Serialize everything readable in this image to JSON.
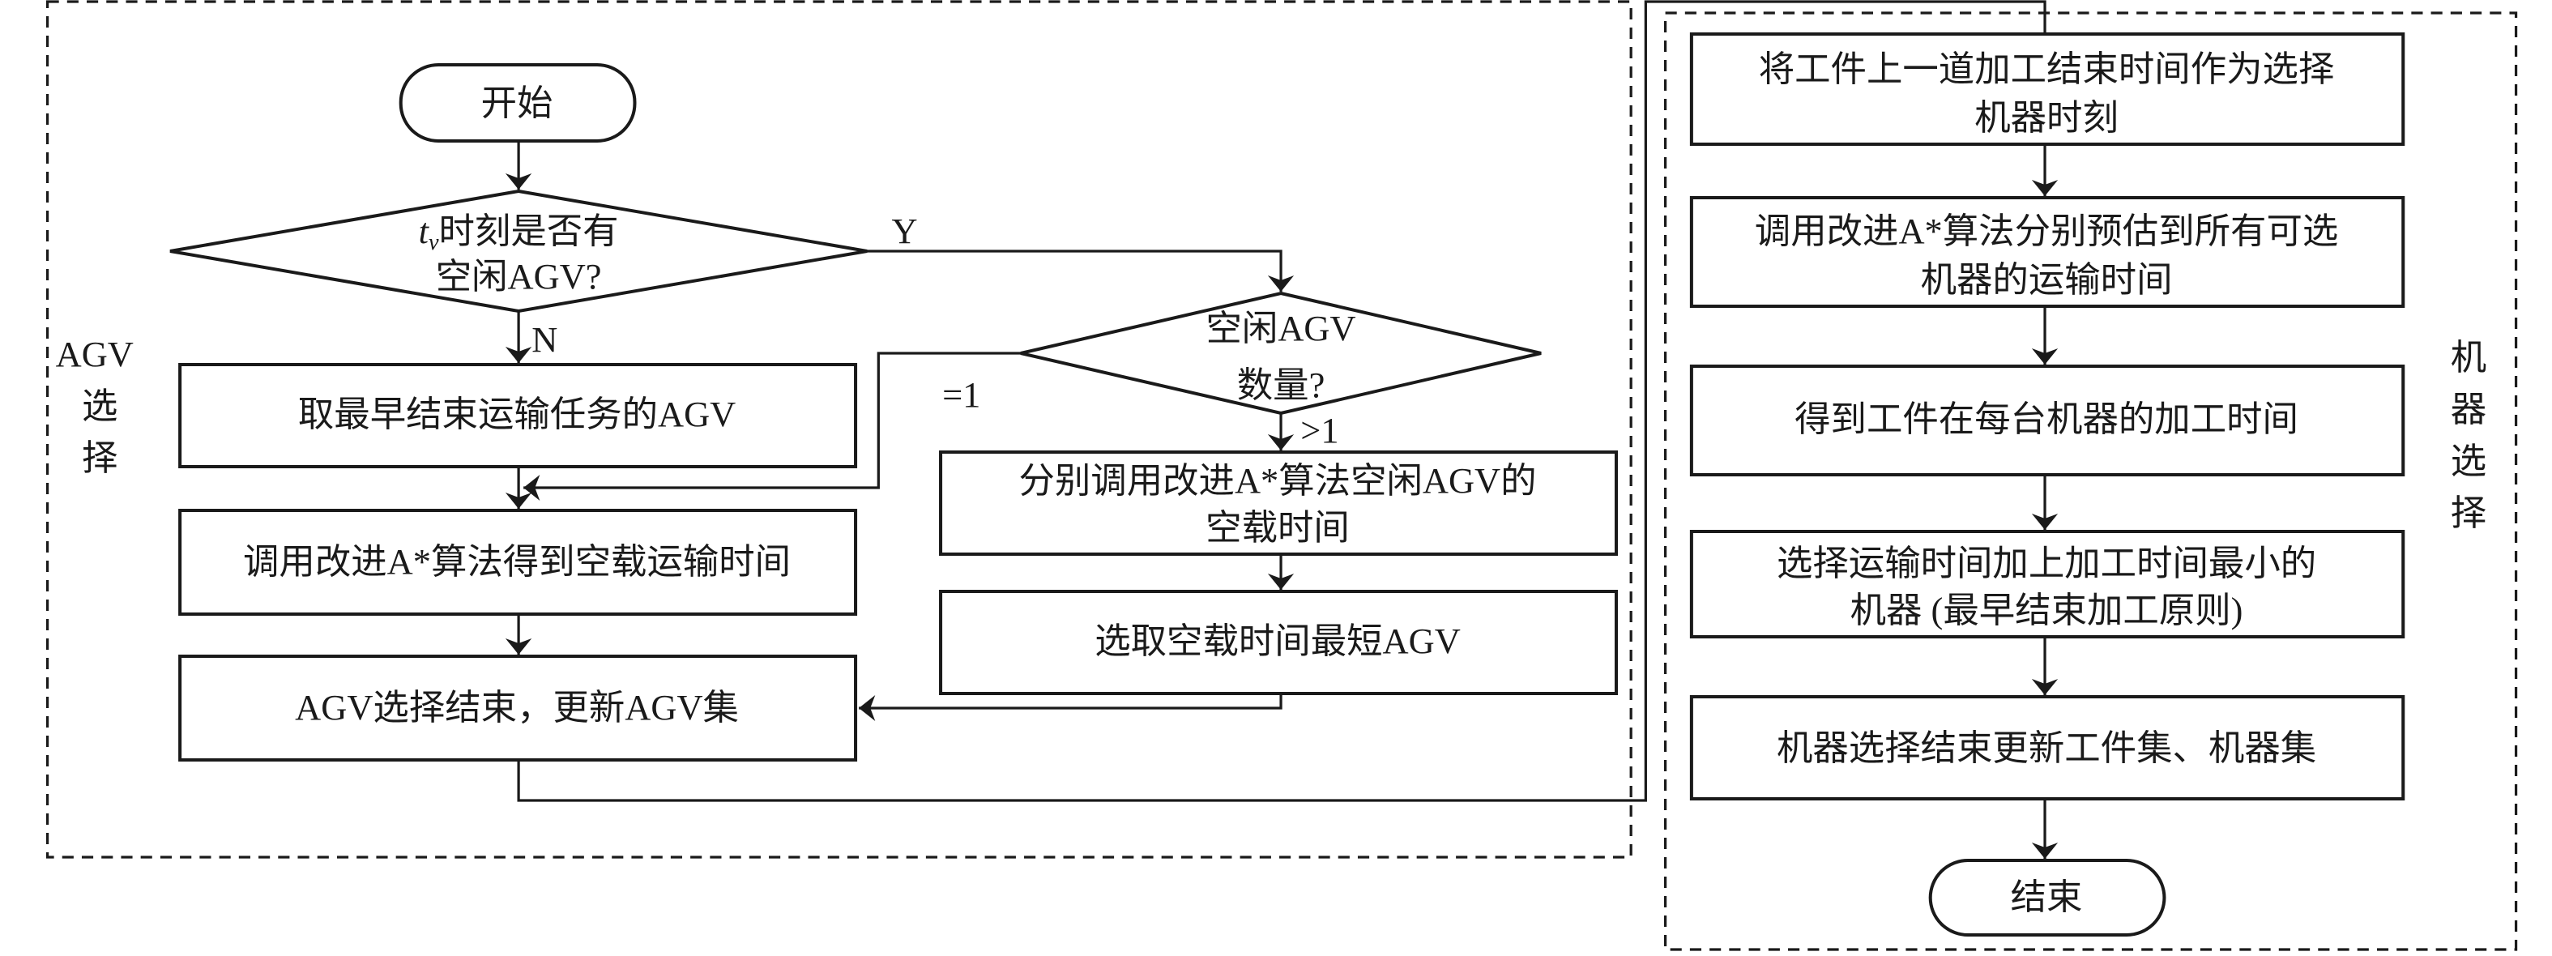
{
  "agv_section": {
    "label_line1": "AGV",
    "label_line2": "选",
    "label_line3": "择",
    "start": "开始",
    "decision1": {
      "line1_var": "t",
      "line1_sub": "v",
      "line1_rest": "时刻是否有",
      "line2": "空闲AGV?"
    },
    "decision1_yes": "Y",
    "decision1_no": "N",
    "decision2": {
      "line1": "空闲AGV",
      "line2": "数量?"
    },
    "decision2_eq1": "=1",
    "decision2_gt1": ">1",
    "box_earliest": "取最早结束运输任务的AGV",
    "box_call_astar": "调用改进A*算法得到空载运输时间",
    "box_end": "AGV选择结束，更新AGV集",
    "box_each_idle_line1": "分别调用改进A*算法空闲AGV的",
    "box_each_idle_line2": "空载时间",
    "box_select_shortest": "选取空载时间最短AGV"
  },
  "machine_section": {
    "label_chars": [
      "机",
      "器",
      "选",
      "择"
    ],
    "box1_line1": "将工件上一道加工结束时间作为选择",
    "box1_line2": "机器时刻",
    "box2_line1": "调用改进A*算法分别预估到所有可选",
    "box2_line2": "机器的运输时间",
    "box3": "得到工件在每台机器的加工时间",
    "box4_line1": "选择运输时间加上加工时间最小的",
    "box4_line2": "机器 (最早结束加工原则)",
    "box5": "机器选择结束更新工件集、机器集",
    "end": "结束"
  }
}
